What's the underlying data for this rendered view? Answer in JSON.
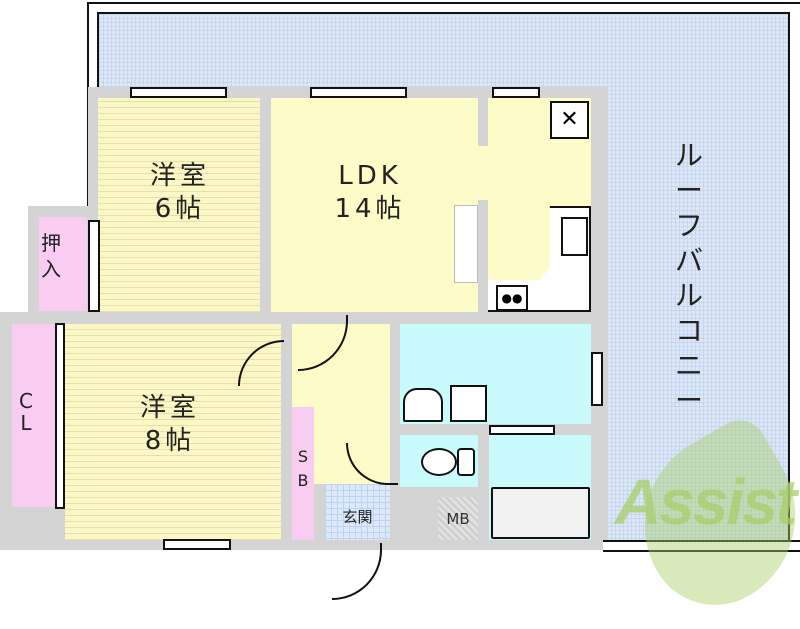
{
  "floor_plan": {
    "rooms": [
      {
        "id": "western_6",
        "name": "洋室",
        "size": "6帖"
      },
      {
        "id": "ldk",
        "name": "LDK",
        "size": "14帖"
      },
      {
        "id": "western_8",
        "name": "洋室",
        "size": "8帖"
      },
      {
        "id": "closet_oshiire",
        "name": "押入"
      },
      {
        "id": "closet_cl",
        "name": "CL"
      },
      {
        "id": "shoe_box",
        "name": "SB"
      },
      {
        "id": "entrance",
        "name": "玄関"
      },
      {
        "id": "meter_box",
        "name": "MB"
      },
      {
        "id": "roof_balcony",
        "name": "ルーフバルコニー"
      }
    ],
    "colors": {
      "western_room": "#fbf7c6",
      "ldk": "#fdfcc8",
      "storage": "#f9cdf2",
      "wet_area": "#c9fbfd",
      "balcony": "#dde8f7",
      "wall": "#d4d4d4"
    }
  },
  "watermark": {
    "text": "Assist",
    "color": "#a8cf6a",
    "accent": "#e06680"
  }
}
